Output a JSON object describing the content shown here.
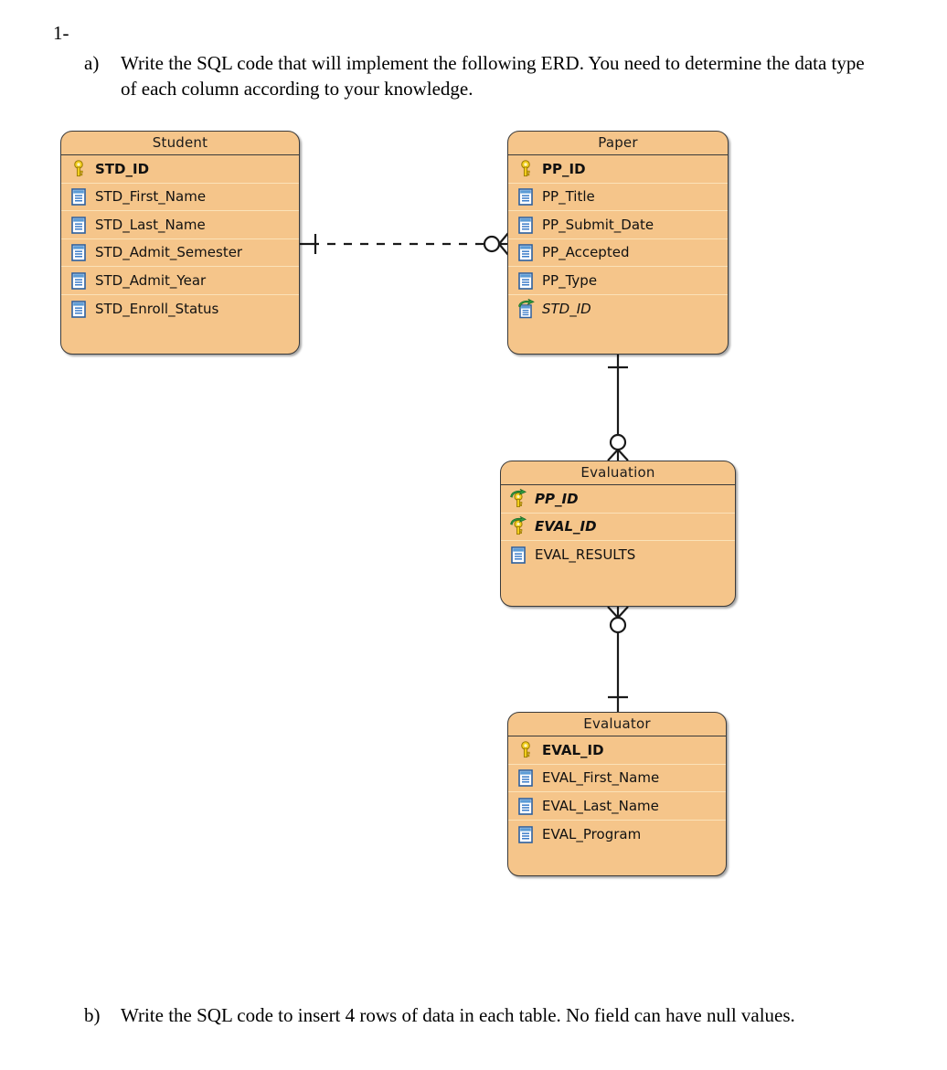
{
  "question_number": "1-",
  "questions": [
    {
      "marker": "a)",
      "text": "Write the SQL code that will implement the following ERD. You need to determine the data type of each column according to your knowledge."
    },
    {
      "marker": "b)",
      "text": "Write the SQL code to insert 4 rows of data in each table. No field can have null values."
    }
  ],
  "colors": {
    "entity_fill": "#F5C58A",
    "entity_border": "#3a3a3a",
    "row_separator": "#FBE2B8",
    "key_icon": "#F2CE1B",
    "column_icon": "#3A7BC8",
    "fk_arrow": "#2E9B3F",
    "line": "#1a1a1a"
  },
  "erd": {
    "entities": [
      {
        "name": "Student",
        "attributes": [
          {
            "label": "STD_ID",
            "icon": "primary-key-icon",
            "style": "pk"
          },
          {
            "label": "STD_First_Name",
            "icon": "column-icon",
            "style": "normal"
          },
          {
            "label": "STD_Last_Name",
            "icon": "column-icon",
            "style": "normal"
          },
          {
            "label": "STD_Admit_Semester",
            "icon": "column-icon",
            "style": "normal"
          },
          {
            "label": "STD_Admit_Year",
            "icon": "column-icon",
            "style": "normal"
          },
          {
            "label": "STD_Enroll_Status",
            "icon": "column-icon",
            "style": "normal"
          }
        ]
      },
      {
        "name": "Paper",
        "attributes": [
          {
            "label": "PP_ID",
            "icon": "primary-key-icon",
            "style": "pk"
          },
          {
            "label": "PP_Title",
            "icon": "column-icon",
            "style": "normal"
          },
          {
            "label": "PP_Submit_Date",
            "icon": "column-icon",
            "style": "normal"
          },
          {
            "label": "PP_Accepted",
            "icon": "column-icon",
            "style": "normal"
          },
          {
            "label": "PP_Type",
            "icon": "column-icon",
            "style": "normal"
          },
          {
            "label": "STD_ID",
            "icon": "foreign-key-column-icon",
            "style": "fk"
          }
        ]
      },
      {
        "name": "Evaluation",
        "attributes": [
          {
            "label": "PP_ID",
            "icon": "primary-foreign-key-icon",
            "style": "pkfk"
          },
          {
            "label": "EVAL_ID",
            "icon": "primary-foreign-key-icon",
            "style": "pkfk"
          },
          {
            "label": "EVAL_RESULTS",
            "icon": "column-icon",
            "style": "normal"
          }
        ]
      },
      {
        "name": "Evaluator",
        "attributes": [
          {
            "label": "EVAL_ID",
            "icon": "primary-key-icon",
            "style": "pk"
          },
          {
            "label": "EVAL_First_Name",
            "icon": "column-icon",
            "style": "normal"
          },
          {
            "label": "EVAL_Last_Name",
            "icon": "column-icon",
            "style": "normal"
          },
          {
            "label": "EVAL_Program",
            "icon": "column-icon",
            "style": "normal"
          }
        ]
      }
    ],
    "relationships": [
      {
        "from": "Student",
        "to": "Paper",
        "line_style": "dashed",
        "from_cardinality": "one",
        "to_cardinality": "zero-or-many"
      },
      {
        "from": "Paper",
        "to": "Evaluation",
        "line_style": "solid",
        "from_cardinality": "one",
        "to_cardinality": "zero-or-many"
      },
      {
        "from": "Evaluator",
        "to": "Evaluation",
        "line_style": "solid",
        "from_cardinality": "one",
        "to_cardinality": "zero-or-many"
      }
    ]
  }
}
